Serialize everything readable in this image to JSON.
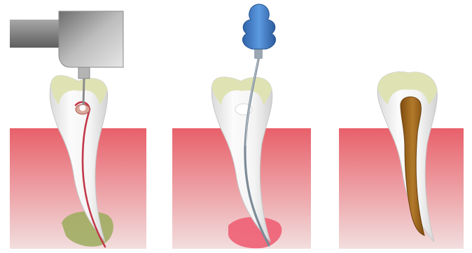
{
  "panels": [
    {
      "step": "1",
      "tool": "dental-drill-handpiece",
      "canal_state": "infected-pulp",
      "infection_visible": true
    },
    {
      "step": "2",
      "tool": "endodontic-file",
      "canal_state": "cleaned-canal",
      "infection_visible": true
    },
    {
      "step": "3",
      "tool": "none",
      "canal_state": "filled-canal",
      "infection_visible": false
    }
  ],
  "colors": {
    "background": "#ffffff",
    "gum_top": "#e8606a",
    "gum_bottom": "#f2dede",
    "tooth_white": "#f7f7f7",
    "tooth_shadow": "#cfcfcf",
    "crown_rim": "#dfe3b4",
    "pulp_red": "#c2384a",
    "infection_green": "#9bab5c",
    "drill_metal": "#9c9c9c",
    "file_handle_blue": "#3f7fc4",
    "file_shaft": "#7c8a96",
    "filling_brown": "#a0671c",
    "abscess_pink": "#ee5f74"
  }
}
